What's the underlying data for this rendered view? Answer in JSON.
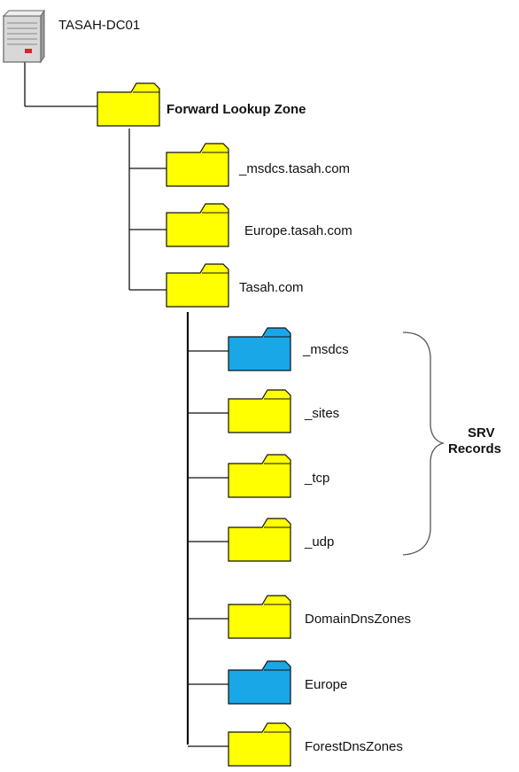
{
  "colors": {
    "folder_standard": "#ffff00",
    "folder_delegated": "#1aa7e8",
    "outline": "#111111",
    "server_body": "#d8d8d8",
    "server_led": "#e0202a"
  },
  "server": {
    "label": "TASAH-DC01",
    "icon": "server-icon"
  },
  "zone_root": {
    "label": "Forward Lookup Zone",
    "icon": "folder-icon",
    "color": "yellow"
  },
  "zones": [
    {
      "label": "_msdcs.tasah.com",
      "color": "yellow"
    },
    {
      "label": "Europe.tasah.com",
      "color": "yellow"
    },
    {
      "label": "Tasah.com",
      "color": "yellow"
    }
  ],
  "subfolders": [
    {
      "label": "_msdcs",
      "color": "blue"
    },
    {
      "label": "_sites",
      "color": "yellow"
    },
    {
      "label": "_tcp",
      "color": "yellow"
    },
    {
      "label": "_udp",
      "color": "yellow"
    },
    {
      "label": "DomainDnsZones",
      "color": "yellow"
    },
    {
      "label": "Europe",
      "color": "blue"
    },
    {
      "label": "ForestDnsZones",
      "color": "yellow"
    }
  ],
  "brace_label": {
    "line1": "SRV",
    "line2": "Records"
  }
}
